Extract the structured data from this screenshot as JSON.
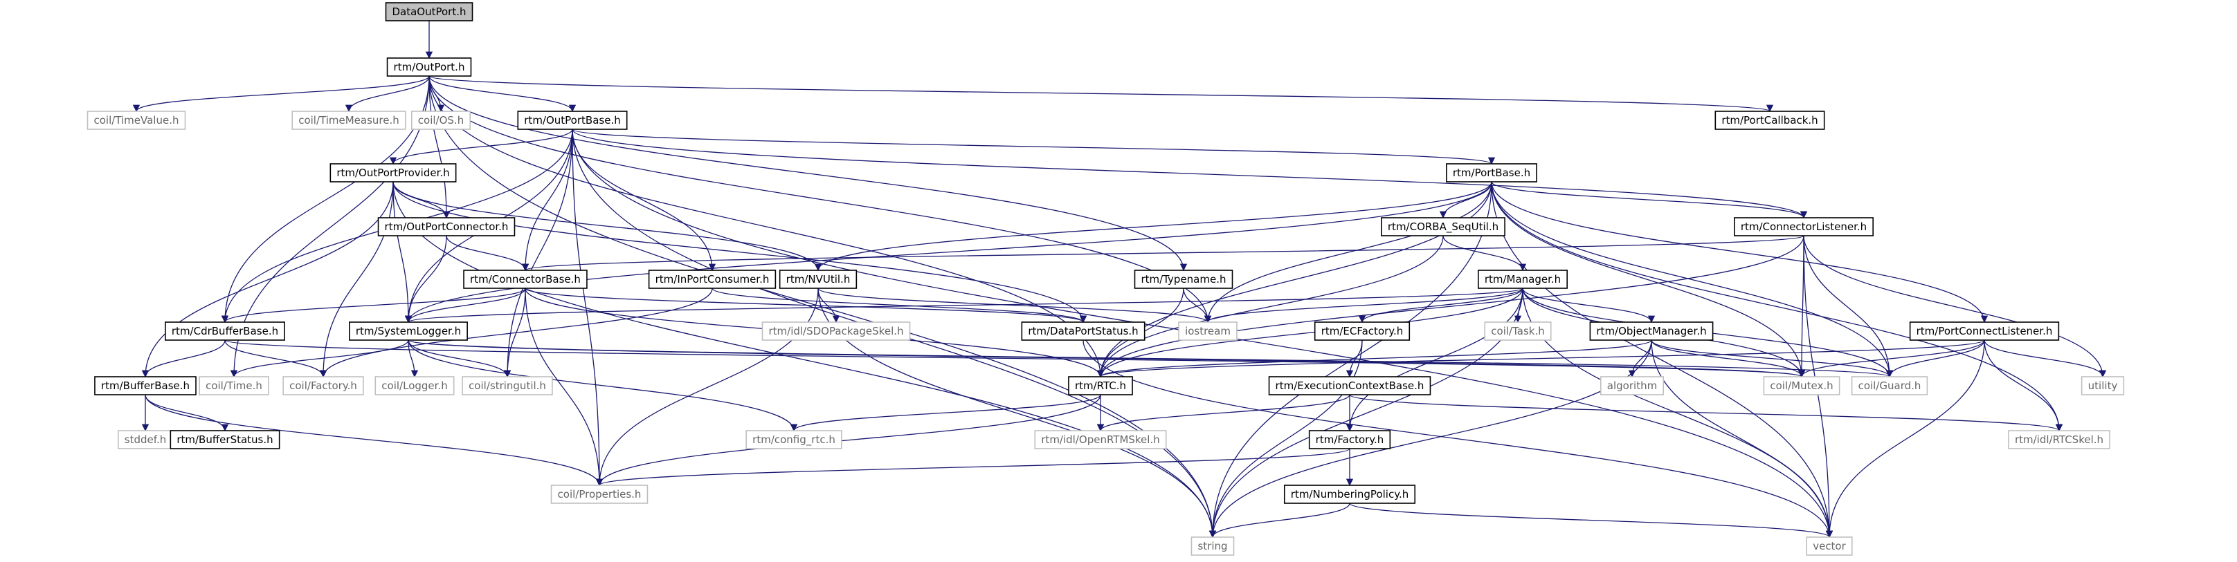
{
  "diagram": {
    "nodes": [
      {
        "id": "dataoutport",
        "label": "DataOutPort.h",
        "kind": "root"
      },
      {
        "id": "outport",
        "label": "rtm/OutPort.h",
        "kind": "local"
      },
      {
        "id": "timevalue",
        "label": "coil/TimeValue.h",
        "kind": "external"
      },
      {
        "id": "timemeasure",
        "label": "coil/TimeMeasure.h",
        "kind": "external"
      },
      {
        "id": "coilos",
        "label": "coil/OS.h",
        "kind": "external"
      },
      {
        "id": "outportbase",
        "label": "rtm/OutPortBase.h",
        "kind": "local"
      },
      {
        "id": "portcallback",
        "label": "rtm/PortCallback.h",
        "kind": "local"
      },
      {
        "id": "outportprovider",
        "label": "rtm/OutPortProvider.h",
        "kind": "local"
      },
      {
        "id": "portbase",
        "label": "rtm/PortBase.h",
        "kind": "local"
      },
      {
        "id": "outportconnector",
        "label": "rtm/OutPortConnector.h",
        "kind": "local"
      },
      {
        "id": "corbaseq",
        "label": "rtm/CORBA_SeqUtil.h",
        "kind": "local"
      },
      {
        "id": "connectorlistener",
        "label": "rtm/ConnectorListener.h",
        "kind": "local"
      },
      {
        "id": "connectorbase",
        "label": "rtm/ConnectorBase.h",
        "kind": "local"
      },
      {
        "id": "inportconsumer",
        "label": "rtm/InPortConsumer.h",
        "kind": "local"
      },
      {
        "id": "nvutil",
        "label": "rtm/NVUtil.h",
        "kind": "local"
      },
      {
        "id": "typename",
        "label": "rtm/Typename.h",
        "kind": "local"
      },
      {
        "id": "manager",
        "label": "rtm/Manager.h",
        "kind": "local"
      },
      {
        "id": "cdrbufferbase",
        "label": "rtm/CdrBufferBase.h",
        "kind": "local"
      },
      {
        "id": "systemlogger",
        "label": "rtm/SystemLogger.h",
        "kind": "local"
      },
      {
        "id": "sdopackage",
        "label": "rtm/idl/SDOPackageSkel.h",
        "kind": "external"
      },
      {
        "id": "dataportstatus",
        "label": "rtm/DataPortStatus.h",
        "kind": "local"
      },
      {
        "id": "iostream",
        "label": "iostream",
        "kind": "external"
      },
      {
        "id": "ecfactory",
        "label": "rtm/ECFactory.h",
        "kind": "local"
      },
      {
        "id": "coiltask",
        "label": "coil/Task.h",
        "kind": "external"
      },
      {
        "id": "objectmanager",
        "label": "rtm/ObjectManager.h",
        "kind": "local"
      },
      {
        "id": "portconnectlistener",
        "label": "rtm/PortConnectListener.h",
        "kind": "local"
      },
      {
        "id": "bufferbase",
        "label": "rtm/BufferBase.h",
        "kind": "local"
      },
      {
        "id": "coiltime",
        "label": "coil/Time.h",
        "kind": "external"
      },
      {
        "id": "coilfactory",
        "label": "coil/Factory.h",
        "kind": "external"
      },
      {
        "id": "coillogger",
        "label": "coil/Logger.h",
        "kind": "external"
      },
      {
        "id": "stringutil",
        "label": "coil/stringutil.h",
        "kind": "external"
      },
      {
        "id": "rtc",
        "label": "rtm/RTC.h",
        "kind": "local"
      },
      {
        "id": "execctxbase",
        "label": "rtm/ExecutionContextBase.h",
        "kind": "local"
      },
      {
        "id": "algorithm",
        "label": "algorithm",
        "kind": "external"
      },
      {
        "id": "coilmutex",
        "label": "coil/Mutex.h",
        "kind": "external"
      },
      {
        "id": "coilguard",
        "label": "coil/Guard.h",
        "kind": "external"
      },
      {
        "id": "utility",
        "label": "utility",
        "kind": "external"
      },
      {
        "id": "stddef",
        "label": "stddef.h",
        "kind": "external"
      },
      {
        "id": "bufferstatus",
        "label": "rtm/BufferStatus.h",
        "kind": "local"
      },
      {
        "id": "configrtc",
        "label": "rtm/config_rtc.h",
        "kind": "external"
      },
      {
        "id": "openrtmskel",
        "label": "rtm/idl/OpenRTMSkel.h",
        "kind": "external"
      },
      {
        "id": "rtmfactory",
        "label": "rtm/Factory.h",
        "kind": "local"
      },
      {
        "id": "rtcskel",
        "label": "rtm/idl/RTCSkel.h",
        "kind": "external"
      },
      {
        "id": "properties",
        "label": "coil/Properties.h",
        "kind": "external"
      },
      {
        "id": "numbering",
        "label": "rtm/NumberingPolicy.h",
        "kind": "local"
      },
      {
        "id": "string",
        "label": "string",
        "kind": "external"
      },
      {
        "id": "vector",
        "label": "vector",
        "kind": "external"
      }
    ],
    "edges": [
      [
        "dataoutport",
        "outport"
      ],
      [
        "outport",
        "timevalue"
      ],
      [
        "outport",
        "timemeasure"
      ],
      [
        "outport",
        "coilos"
      ],
      [
        "outport",
        "outportbase"
      ],
      [
        "outport",
        "portcallback"
      ],
      [
        "outport",
        "outportconnector"
      ],
      [
        "outport",
        "cdrbufferbase"
      ],
      [
        "outport",
        "typename"
      ],
      [
        "outport",
        "rtc"
      ],
      [
        "outport",
        "iostream"
      ],
      [
        "outport",
        "coiltime"
      ],
      [
        "outport",
        "string"
      ],
      [
        "outportbase",
        "outportprovider"
      ],
      [
        "outportbase",
        "portbase"
      ],
      [
        "outportbase",
        "connectorbase"
      ],
      [
        "outportbase",
        "inportconsumer"
      ],
      [
        "outportbase",
        "systemlogger"
      ],
      [
        "outportbase",
        "cdrbufferbase"
      ],
      [
        "outportbase",
        "connectorlistener"
      ],
      [
        "outportbase",
        "properties"
      ],
      [
        "outportbase",
        "stringutil"
      ],
      [
        "outportbase",
        "vector"
      ],
      [
        "outportbase",
        "string"
      ],
      [
        "outportprovider",
        "outportconnector"
      ],
      [
        "outportprovider",
        "systemlogger"
      ],
      [
        "outportprovider",
        "nvutil"
      ],
      [
        "outportprovider",
        "dataportstatus"
      ],
      [
        "outportprovider",
        "bufferbase"
      ],
      [
        "outportprovider",
        "coilfactory"
      ],
      [
        "outportprovider",
        "string"
      ],
      [
        "outportconnector",
        "connectorbase"
      ],
      [
        "outportconnector",
        "systemlogger"
      ],
      [
        "portbase",
        "corbaseq"
      ],
      [
        "portbase",
        "nvutil"
      ],
      [
        "portbase",
        "systemlogger"
      ],
      [
        "portbase",
        "connectorlistener"
      ],
      [
        "portbase",
        "portconnectlistener"
      ],
      [
        "portbase",
        "rtc"
      ],
      [
        "portbase",
        "iostream"
      ],
      [
        "portbase",
        "coilmutex"
      ],
      [
        "portbase",
        "coilguard"
      ],
      [
        "portbase",
        "rtcskel"
      ],
      [
        "portbase",
        "string"
      ],
      [
        "portbase",
        "vector"
      ],
      [
        "corbaseq",
        "manager"
      ],
      [
        "corbaseq",
        "rtc"
      ],
      [
        "connectorlistener",
        "connectorbase"
      ],
      [
        "connectorlistener",
        "rtc"
      ],
      [
        "connectorlistener",
        "coilmutex"
      ],
      [
        "connectorlistener",
        "coilguard"
      ],
      [
        "connectorlistener",
        "utility"
      ],
      [
        "connectorlistener",
        "vector"
      ],
      [
        "connectorbase",
        "cdrbufferbase"
      ],
      [
        "connectorbase",
        "systemlogger"
      ],
      [
        "connectorbase",
        "dataportstatus"
      ],
      [
        "connectorbase",
        "rtc"
      ],
      [
        "connectorbase",
        "stringutil"
      ],
      [
        "connectorbase",
        "properties"
      ],
      [
        "inportconsumer",
        "dataportstatus"
      ],
      [
        "inportconsumer",
        "coilfactory"
      ],
      [
        "nvutil",
        "sdopackage"
      ],
      [
        "nvutil",
        "iostream"
      ],
      [
        "nvutil",
        "properties"
      ],
      [
        "nvutil",
        "string"
      ],
      [
        "typename",
        "iostream"
      ],
      [
        "typename",
        "rtc"
      ],
      [
        "manager",
        "ecfactory"
      ],
      [
        "manager",
        "objectmanager"
      ],
      [
        "manager",
        "coiltask"
      ],
      [
        "manager",
        "systemlogger"
      ],
      [
        "manager",
        "rtc"
      ],
      [
        "manager",
        "rtmfactory"
      ],
      [
        "manager",
        "coilmutex"
      ],
      [
        "manager",
        "coilguard"
      ],
      [
        "manager",
        "iostream"
      ],
      [
        "manager",
        "string"
      ],
      [
        "manager",
        "vector"
      ],
      [
        "cdrbufferbase",
        "bufferbase"
      ],
      [
        "cdrbufferbase",
        "coilfactory"
      ],
      [
        "cdrbufferbase",
        "coilmutex"
      ],
      [
        "systemlogger",
        "coiltime"
      ],
      [
        "systemlogger",
        "coillogger"
      ],
      [
        "systemlogger",
        "stringutil"
      ],
      [
        "systemlogger",
        "configrtc"
      ],
      [
        "systemlogger",
        "coilmutex"
      ],
      [
        "systemlogger",
        "coilguard"
      ],
      [
        "dataportstatus",
        "vector"
      ],
      [
        "ecfactory",
        "execctxbase"
      ],
      [
        "ecfactory",
        "string"
      ],
      [
        "objectmanager",
        "rtc"
      ],
      [
        "objectmanager",
        "algorithm"
      ],
      [
        "objectmanager",
        "coilmutex"
      ],
      [
        "objectmanager",
        "coilguard"
      ],
      [
        "objectmanager",
        "vector"
      ],
      [
        "objectmanager",
        "string"
      ],
      [
        "portconnectlistener",
        "rtc"
      ],
      [
        "portconnectlistener",
        "coilmutex"
      ],
      [
        "portconnectlistener",
        "coilguard"
      ],
      [
        "portconnectlistener",
        "utility"
      ],
      [
        "portconnectlistener",
        "rtcskel"
      ],
      [
        "portconnectlistener",
        "vector"
      ],
      [
        "bufferbase",
        "stddef"
      ],
      [
        "bufferbase",
        "bufferstatus"
      ],
      [
        "bufferbase",
        "properties"
      ],
      [
        "rtc",
        "configrtc"
      ],
      [
        "rtc",
        "openrtmskel"
      ],
      [
        "rtc",
        "properties"
      ],
      [
        "execctxbase",
        "rtmfactory"
      ],
      [
        "execctxbase",
        "openrtmskel"
      ],
      [
        "execctxbase",
        "rtcskel"
      ],
      [
        "rtmfactory",
        "properties"
      ],
      [
        "rtmfactory",
        "numbering"
      ],
      [
        "numbering",
        "string"
      ],
      [
        "numbering",
        "vector"
      ]
    ]
  }
}
